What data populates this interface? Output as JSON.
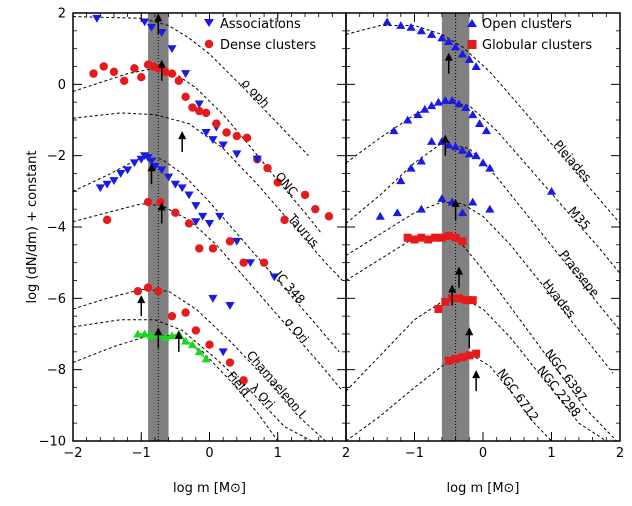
{
  "chart_data": [
    {
      "type": "scatter",
      "panel": "left",
      "xlim": [
        -2,
        2
      ],
      "ylim": [
        -10,
        2
      ],
      "xlabel": "log m [M⊙]",
      "ylabel": "log (dN/dm) + constant",
      "xticks": [
        "−2",
        "−1",
        "0",
        "1",
        "2"
      ],
      "yticks": [
        "−10",
        "−8",
        "−6",
        "−4",
        "−2",
        "0",
        "2"
      ],
      "shaded_band": [
        -0.9,
        -0.6
      ],
      "legend_position": "top-right",
      "legend": [
        {
          "name": "Associations",
          "marker": "triangle-down",
          "color": "#1a1ae6"
        },
        {
          "name": "Dense clusters",
          "marker": "circle",
          "color": "#e61a1a"
        }
      ],
      "series": [
        {
          "label": "ρ oph",
          "marker": "triangle-down",
          "color": "#1a1ae6",
          "x": [
            -1.65,
            -0.95,
            -0.85,
            -0.7,
            -0.55,
            -0.35,
            -0.15,
            0.1
          ],
          "y": [
            1.85,
            1.75,
            1.6,
            1.45,
            1.0,
            0.3,
            -0.55,
            -1.2
          ],
          "fit_x": [
            -2,
            -1.0,
            -0.6,
            -0.3,
            0.0,
            0.5,
            1.0,
            1.45
          ],
          "fit_y": [
            1.9,
            1.85,
            1.65,
            1.3,
            0.85,
            -0.1,
            -1.1,
            -2.0
          ],
          "arrow_x": -0.75,
          "arrow_y": 1.4
        },
        {
          "label": "ONC",
          "marker": "circle",
          "color": "#e61a1a",
          "x": [
            -1.7,
            -1.55,
            -1.4,
            -1.25,
            -1.1,
            -1.0,
            -0.9,
            -0.82,
            -0.75,
            -0.65,
            -0.55,
            -0.45,
            -0.35,
            -0.25,
            -0.15,
            -0.05,
            0.1,
            0.25,
            0.4,
            0.55,
            0.7,
            0.85,
            1.0
          ],
          "y": [
            0.3,
            0.5,
            0.35,
            0.1,
            0.45,
            0.2,
            0.55,
            0.5,
            0.45,
            0.35,
            0.3,
            0.1,
            -0.35,
            -0.65,
            -0.75,
            -0.8,
            -1.1,
            -1.35,
            -1.45,
            -1.5,
            -2.1,
            -2.35,
            -2.75
          ],
          "fit_x": [
            -2,
            -1.2,
            -0.8,
            -0.5,
            -0.2,
            0.2,
            0.6,
            1.0,
            1.4,
            1.65
          ],
          "fit_y": [
            -0.2,
            0.3,
            0.45,
            0.3,
            -0.1,
            -0.85,
            -1.75,
            -2.7,
            -3.6,
            -4.2
          ],
          "arrow_x": -0.7,
          "arrow_y": 0.1
        },
        {
          "label": "Taurus",
          "marker": "triangle-down",
          "color": "#1a1ae6",
          "x": [
            -0.05,
            0.05,
            0.2,
            0.4,
            0.7
          ],
          "y": [
            -1.35,
            -1.55,
            -1.7,
            -1.95,
            -2.1
          ],
          "fit_x": [
            -2,
            -1.3,
            -0.8,
            -0.3,
            0.2,
            0.7,
            1.2,
            1.7,
            1.95
          ],
          "fit_y": [
            -0.95,
            -0.8,
            -0.85,
            -1.1,
            -1.8,
            -2.8,
            -3.9,
            -5.0,
            -5.5
          ],
          "arrow_x": -0.4,
          "arrow_y": -1.9
        },
        {
          "label": "IC 348",
          "marker": "triangle-down",
          "color": "#1a1ae6",
          "x": [
            -1.6,
            -1.5,
            -1.4,
            -1.3,
            -1.2,
            -1.1,
            -1.0,
            -0.95,
            -0.9,
            -0.85,
            -0.8,
            -0.7,
            -0.6,
            -0.5,
            -0.4,
            -0.3,
            -0.2,
            -0.1,
            0.0
          ],
          "y": [
            -2.9,
            -2.8,
            -2.7,
            -2.5,
            -2.4,
            -2.2,
            -2.1,
            -2.0,
            -2.05,
            -2.15,
            -2.3,
            -2.4,
            -2.6,
            -2.8,
            -2.9,
            -3.1,
            -3.4,
            -3.7,
            -3.9
          ],
          "fit_x": [
            -2,
            -1.5,
            -1.0,
            -0.7,
            -0.4,
            0.0,
            0.5,
            1.0,
            1.5,
            1.9
          ],
          "fit_y": [
            -3.0,
            -2.55,
            -2.05,
            -2.1,
            -2.5,
            -3.3,
            -4.4,
            -5.5,
            -6.6,
            -7.5
          ],
          "arrow_x": -0.85,
          "arrow_y": -2.8
        },
        {
          "label": "σ Ori",
          "marker": "circle",
          "color": "#e61a1a",
          "x": [
            -1.5,
            -0.9,
            -0.72,
            -0.5,
            -0.3,
            -0.15,
            0.05,
            0.3,
            0.5,
            0.8,
            1.1,
            1.4,
            1.55,
            1.75
          ],
          "y": [
            -3.8,
            -3.3,
            -3.3,
            -3.6,
            -3.9,
            -4.6,
            -4.6,
            -4.4,
            -5.0,
            -5.0,
            -3.8,
            -3.1,
            -3.5,
            -3.7
          ],
          "fit_x": [
            -2,
            -1.5,
            -1.0,
            -0.7,
            -0.3,
            0.1,
            0.6,
            1.1,
            1.6,
            1.95
          ],
          "fit_y": [
            -3.85,
            -3.6,
            -3.35,
            -3.4,
            -3.8,
            -4.5,
            -5.6,
            -6.7,
            -7.8,
            -8.6
          ],
          "arrow_x": -0.7,
          "arrow_y": -3.9
        },
        {
          "label": "Chamaeleon I",
          "marker": "circle",
          "color": "#e61a1a",
          "x": [
            -1.05,
            -0.9,
            -0.75,
            -0.55,
            -0.35
          ],
          "y": [
            -5.8,
            -5.7,
            -5.8,
            -6.5,
            -6.4
          ],
          "fit_x": [
            -2,
            -1.5,
            -1.0,
            -0.6,
            -0.2,
            0.3,
            0.8,
            1.3,
            1.7
          ],
          "fit_y": [
            -6.3,
            -6.0,
            -5.75,
            -5.8,
            -6.3,
            -7.2,
            -8.2,
            -9.3,
            -10.0
          ],
          "arrow_x": -1.0,
          "arrow_y": -6.5
        },
        {
          "label": "λ Ori",
          "marker": "circle",
          "color": "#e61a1a",
          "x": [
            -0.2,
            0.0,
            0.3,
            0.5
          ],
          "y": [
            -6.9,
            -7.3,
            -7.8,
            -8.3
          ],
          "fit_x": [
            -2,
            -1.3,
            -0.8,
            -0.4,
            0.1,
            0.6,
            1.1,
            1.5
          ],
          "fit_y": [
            -6.8,
            -6.6,
            -6.6,
            -6.9,
            -7.7,
            -8.6,
            -9.6,
            -10.0
          ],
          "arrow_x": -0.75,
          "arrow_y": -7.4
        },
        {
          "label": "Field",
          "marker": "triangle-up",
          "color": "#1ad91a",
          "x": [
            -1.05,
            -0.95,
            -0.85,
            -0.75,
            -0.65,
            -0.55,
            -0.45,
            -0.35,
            -0.25,
            -0.15,
            -0.05
          ],
          "y": [
            -7.0,
            -7.0,
            -7.05,
            -7.0,
            -7.1,
            -7.05,
            -7.0,
            -7.2,
            -7.3,
            -7.5,
            -7.7
          ],
          "fit_x": [
            -2,
            -1.4,
            -0.9,
            -0.5,
            -0.1,
            0.3,
            0.7,
            1.0
          ],
          "fit_y": [
            -7.8,
            -7.35,
            -7.05,
            -7.05,
            -7.5,
            -8.3,
            -9.2,
            -10.0
          ],
          "arrow_x": -0.45,
          "arrow_y": -7.5
        }
      ],
      "extra_markers": [
        {
          "marker": "triangle-down",
          "color": "#1a1ae6",
          "x": [
            -0.2,
            0.15,
            0.4,
            0.6,
            0.95
          ],
          "y": [
            -3.85,
            -3.7,
            -4.4,
            -5.0,
            -5.4
          ]
        },
        {
          "marker": "triangle-down",
          "color": "#1a1ae6",
          "x": [
            0.05,
            0.3
          ],
          "y": [
            -6.0,
            -6.2
          ]
        },
        {
          "marker": "triangle-down",
          "color": "#1a1ae6",
          "x": [
            0.2
          ],
          "y": [
            -7.5
          ]
        }
      ]
    },
    {
      "type": "scatter",
      "panel": "right",
      "xlim": [
        -2,
        2
      ],
      "ylim": [
        -10,
        2
      ],
      "xlabel": "log m [M⊙]",
      "xticks": [
        "−2",
        "−1",
        "0",
        "1",
        "2"
      ],
      "shaded_band": [
        -0.6,
        -0.2
      ],
      "legend_position": "top-right",
      "legend": [
        {
          "name": "Open clusters",
          "marker": "triangle-up",
          "color": "#1a1ae6"
        },
        {
          "name": "Globular clusters",
          "marker": "square",
          "color": "#e61a1a"
        }
      ],
      "series": [
        {
          "label": "Pleiades",
          "marker": "triangle-up",
          "color": "#1a1ae6",
          "x": [
            -1.4,
            -1.2,
            -1.05,
            -0.9,
            -0.75,
            -0.6,
            -0.5,
            -0.4,
            -0.3,
            -0.2,
            -0.1
          ],
          "y": [
            1.75,
            1.65,
            1.6,
            1.5,
            1.4,
            1.3,
            1.2,
            1.05,
            0.85,
            0.7,
            0.5
          ],
          "fit_x": [
            -2,
            -1.5,
            -1.0,
            -0.6,
            -0.3,
            0.1,
            0.6,
            1.1,
            1.6,
            2.0
          ],
          "fit_y": [
            1.4,
            1.65,
            1.65,
            1.4,
            1.05,
            0.35,
            -0.75,
            -1.9,
            -3.0,
            -3.9
          ],
          "arrow_x": -0.5,
          "arrow_y": 0.3
        },
        {
          "label": "M35",
          "marker": "triangle-up",
          "color": "#1a1ae6",
          "x": [
            -1.3,
            -1.1,
            -0.95,
            -0.85,
            -0.75,
            -0.65,
            -0.55,
            -0.45,
            -0.35,
            -0.25,
            -0.15,
            -0.05,
            0.05
          ],
          "y": [
            -1.3,
            -1.0,
            -0.85,
            -0.7,
            -0.6,
            -0.5,
            -0.45,
            -0.45,
            -0.55,
            -0.65,
            -0.85,
            -1.1,
            -1.3
          ],
          "fit_x": [
            -2,
            -1.5,
            -1.0,
            -0.6,
            -0.2,
            0.2,
            0.7,
            1.2,
            1.7,
            2.0
          ],
          "fit_y": [
            -2.2,
            -1.5,
            -0.85,
            -0.5,
            -0.6,
            -1.3,
            -2.4,
            -3.5,
            -4.6,
            -5.3
          ],
          "arrow_x": -0.55,
          "arrow_y": -2.0
        },
        {
          "label": "Praesepe",
          "marker": "triangle-up",
          "color": "#1a1ae6",
          "x": [
            -1.5,
            -1.2,
            -1.05,
            -0.9,
            -0.75,
            -0.6,
            -0.5,
            -0.4,
            -0.3,
            -0.2,
            -0.1,
            0.0,
            0.1,
            1.0
          ],
          "y": [
            -3.7,
            -2.7,
            -2.35,
            -2.15,
            -1.6,
            -1.6,
            -1.7,
            -1.75,
            -1.85,
            -1.95,
            -2.0,
            -2.2,
            -2.35,
            -3.0
          ],
          "fit_x": [
            -2,
            -1.5,
            -1.0,
            -0.6,
            -0.2,
            0.2,
            0.7,
            1.2,
            1.7,
            2.0
          ],
          "fit_y": [
            -3.9,
            -3.1,
            -2.2,
            -1.65,
            -1.8,
            -2.6,
            -3.8,
            -5.0,
            -6.2,
            -6.9
          ],
          "arrow_x": -0.4,
          "arrow_y": -3.8
        },
        {
          "label": "Hyades",
          "marker": "triangle-up",
          "color": "#1a1ae6",
          "x": [
            -1.25,
            -0.9,
            -0.6,
            -0.45,
            -0.3,
            -0.15,
            0.1
          ],
          "y": [
            -3.6,
            -3.5,
            -3.2,
            -3.3,
            -3.6,
            -3.3,
            -3.5
          ],
          "fit_x": [
            -2,
            -1.5,
            -1.0,
            -0.6,
            -0.3,
            0.0,
            0.4,
            0.9,
            1.4,
            1.9
          ],
          "fit_y": [
            -4.8,
            -4.2,
            -3.6,
            -3.3,
            -3.35,
            -3.7,
            -4.5,
            -5.7,
            -6.9,
            -8.1
          ],
          "arrow_x": -0.35,
          "arrow_y": -5.7
        },
        {
          "label": "NGC 6397",
          "marker": "square",
          "color": "#e61a1a",
          "x": [
            -1.1,
            -1.0,
            -0.9,
            -0.8,
            -0.7,
            -0.6,
            -0.5,
            -0.4,
            -0.3
          ],
          "y": [
            -4.3,
            -4.35,
            -4.3,
            -4.35,
            -4.3,
            -4.3,
            -4.25,
            -4.3,
            -4.4
          ],
          "fit_x": [
            -2,
            -1.5,
            -1.0,
            -0.5,
            -0.3,
            0.0,
            0.5,
            1.0,
            1.5,
            1.95
          ],
          "fit_y": [
            -5.5,
            -4.9,
            -4.3,
            -4.25,
            -4.5,
            -5.2,
            -6.5,
            -7.8,
            -9.1,
            -10.0
          ],
          "arrow_x": -0.45,
          "arrow_y": -6.2
        },
        {
          "label": "NGC 2298",
          "marker": "square",
          "color": "#e61a1a",
          "x": [
            -0.65,
            -0.55,
            -0.45,
            -0.35,
            -0.25,
            -0.15
          ],
          "y": [
            -6.3,
            -6.1,
            -6.0,
            -6.0,
            -6.05,
            -6.05
          ],
          "fit_x": [
            -2,
            -1.5,
            -1.0,
            -0.6,
            -0.3,
            0.0,
            0.4,
            0.9,
            1.4,
            1.8
          ],
          "fit_y": [
            -8.6,
            -7.6,
            -6.6,
            -6.1,
            -6.0,
            -6.3,
            -7.1,
            -8.3,
            -9.5,
            -10.0
          ],
          "arrow_x": -0.2,
          "arrow_y": -7.4
        },
        {
          "label": "NGC 6712",
          "marker": "square",
          "color": "#e61a1a",
          "x": [
            -0.5,
            -0.4,
            -0.3,
            -0.2,
            -0.1
          ],
          "y": [
            -7.75,
            -7.7,
            -7.65,
            -7.6,
            -7.55
          ],
          "fit_x": [
            -2,
            -1.5,
            -1.0,
            -0.5,
            -0.2,
            0.1,
            0.4,
            0.7,
            1.0
          ],
          "fit_y": [
            -10.0,
            -9.3,
            -8.5,
            -7.75,
            -7.55,
            -7.9,
            -8.6,
            -9.4,
            -10.0
          ],
          "arrow_x": -0.1,
          "arrow_y": -8.6
        }
      ]
    }
  ]
}
